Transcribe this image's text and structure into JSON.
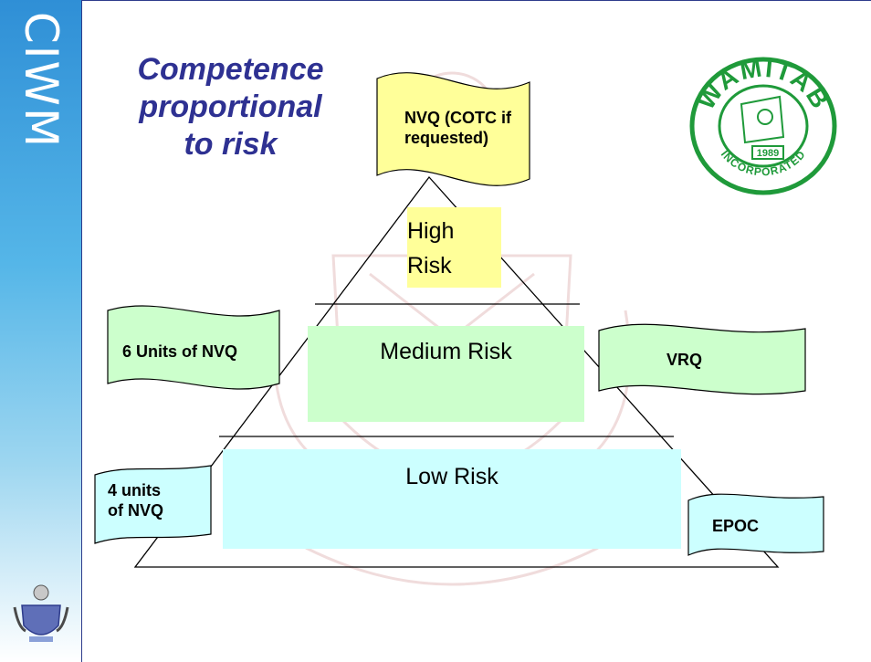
{
  "sidebar": {
    "brand_text": "CIWM"
  },
  "title": {
    "lines": [
      "Competence",
      "proportional",
      "to risk"
    ]
  },
  "logo": {
    "top_text": "WAMITAB",
    "year": "1989",
    "bottom_text": "INCORPORATED"
  },
  "pyramid": {
    "tiers": [
      {
        "label_lines": [
          "High",
          "Risk"
        ],
        "color": "#ffff99"
      },
      {
        "label": "Medium Risk",
        "color": "#ccffcc"
      },
      {
        "label": "Low Risk",
        "color": "#ccffff"
      }
    ]
  },
  "flags": [
    {
      "id": "top",
      "lines": [
        "NVQ (COTC if",
        "requested)"
      ],
      "color": "#ffff99"
    },
    {
      "id": "mid-left",
      "lines": [
        "6 Units of NVQ"
      ],
      "color": "#ccffcc"
    },
    {
      "id": "mid-right",
      "lines": [
        "VRQ"
      ],
      "color": "#ccffcc"
    },
    {
      "id": "low-left",
      "lines": [
        "4 units",
        "of NVQ"
      ],
      "color": "#ccffff"
    },
    {
      "id": "low-right",
      "lines": [
        "EPOC"
      ],
      "color": "#ccffff"
    }
  ],
  "colors": {
    "sidebar_blue": "#2f8fd6",
    "title_navy": "#2e3192",
    "logo_green": "#1f9a3a"
  }
}
